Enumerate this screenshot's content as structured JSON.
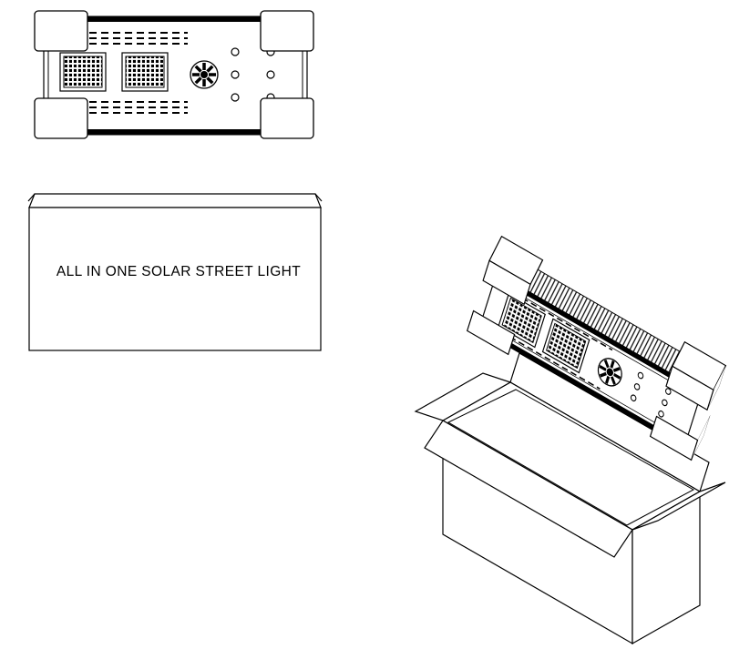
{
  "diagram": {
    "carton_label": "ALL IN ONE SOLAR STREET LIGHT",
    "colors": {
      "line": "#000000",
      "background": "#ffffff"
    },
    "counts": {
      "led_modules": 2,
      "screw_holes": 6,
      "corner_protectors": 4
    }
  }
}
